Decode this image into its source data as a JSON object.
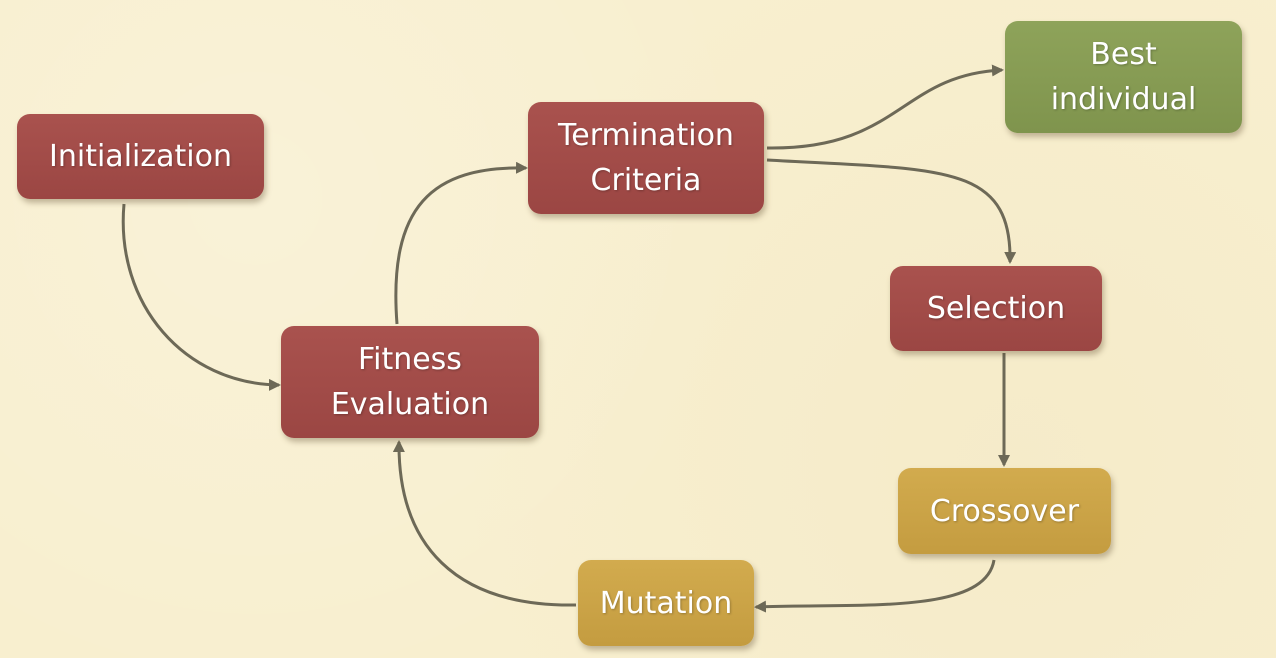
{
  "diagram": {
    "nodes": {
      "initialization": {
        "label": "Initialization"
      },
      "termination": {
        "line1": "Termination",
        "line2": "Criteria"
      },
      "fitness": {
        "line1": "Fitness",
        "line2": "Evaluation"
      },
      "best": {
        "line1": "Best",
        "line2": "individual"
      },
      "selection": {
        "label": "Selection"
      },
      "crossover": {
        "label": "Crossover"
      },
      "mutation": {
        "label": "Mutation"
      }
    },
    "edges": [
      {
        "from": "Initialization",
        "to": "Fitness Evaluation"
      },
      {
        "from": "Fitness Evaluation",
        "to": "Termination Criteria"
      },
      {
        "from": "Termination Criteria",
        "to": "Best individual"
      },
      {
        "from": "Termination Criteria",
        "to": "Selection"
      },
      {
        "from": "Selection",
        "to": "Crossover"
      },
      {
        "from": "Crossover",
        "to": "Mutation"
      },
      {
        "from": "Mutation",
        "to": "Fitness Evaluation"
      }
    ],
    "colors": {
      "background": "#f8efcf",
      "process_node": "#a24c48",
      "operator_node": "#cba447",
      "result_node": "#879c53",
      "arrow": "#6d6957"
    }
  }
}
